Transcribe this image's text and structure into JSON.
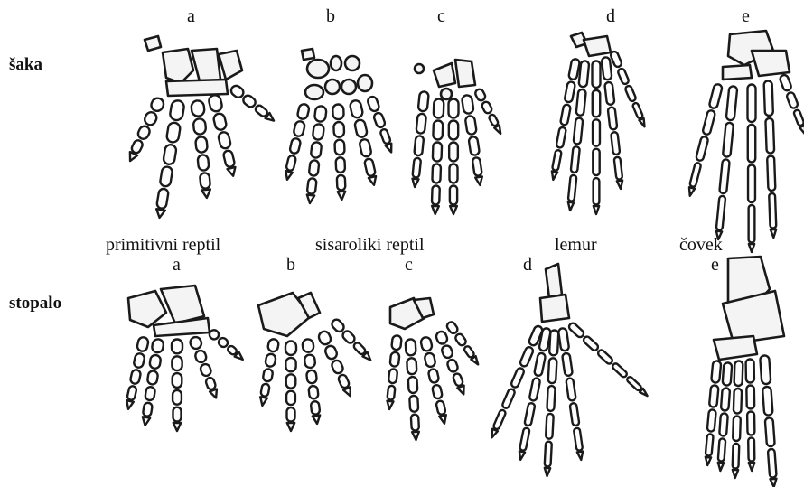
{
  "rows": {
    "hand": {
      "title": "šaka",
      "letters": [
        "a",
        "b",
        "c",
        "d",
        "e"
      ]
    },
    "foot": {
      "title": "stopalo",
      "letters": [
        "a",
        "b",
        "c",
        "d",
        "e"
      ]
    }
  },
  "captions": [
    "primitivni reptil",
    "sisaroliki reptil",
    "lemur",
    "čovek"
  ]
}
